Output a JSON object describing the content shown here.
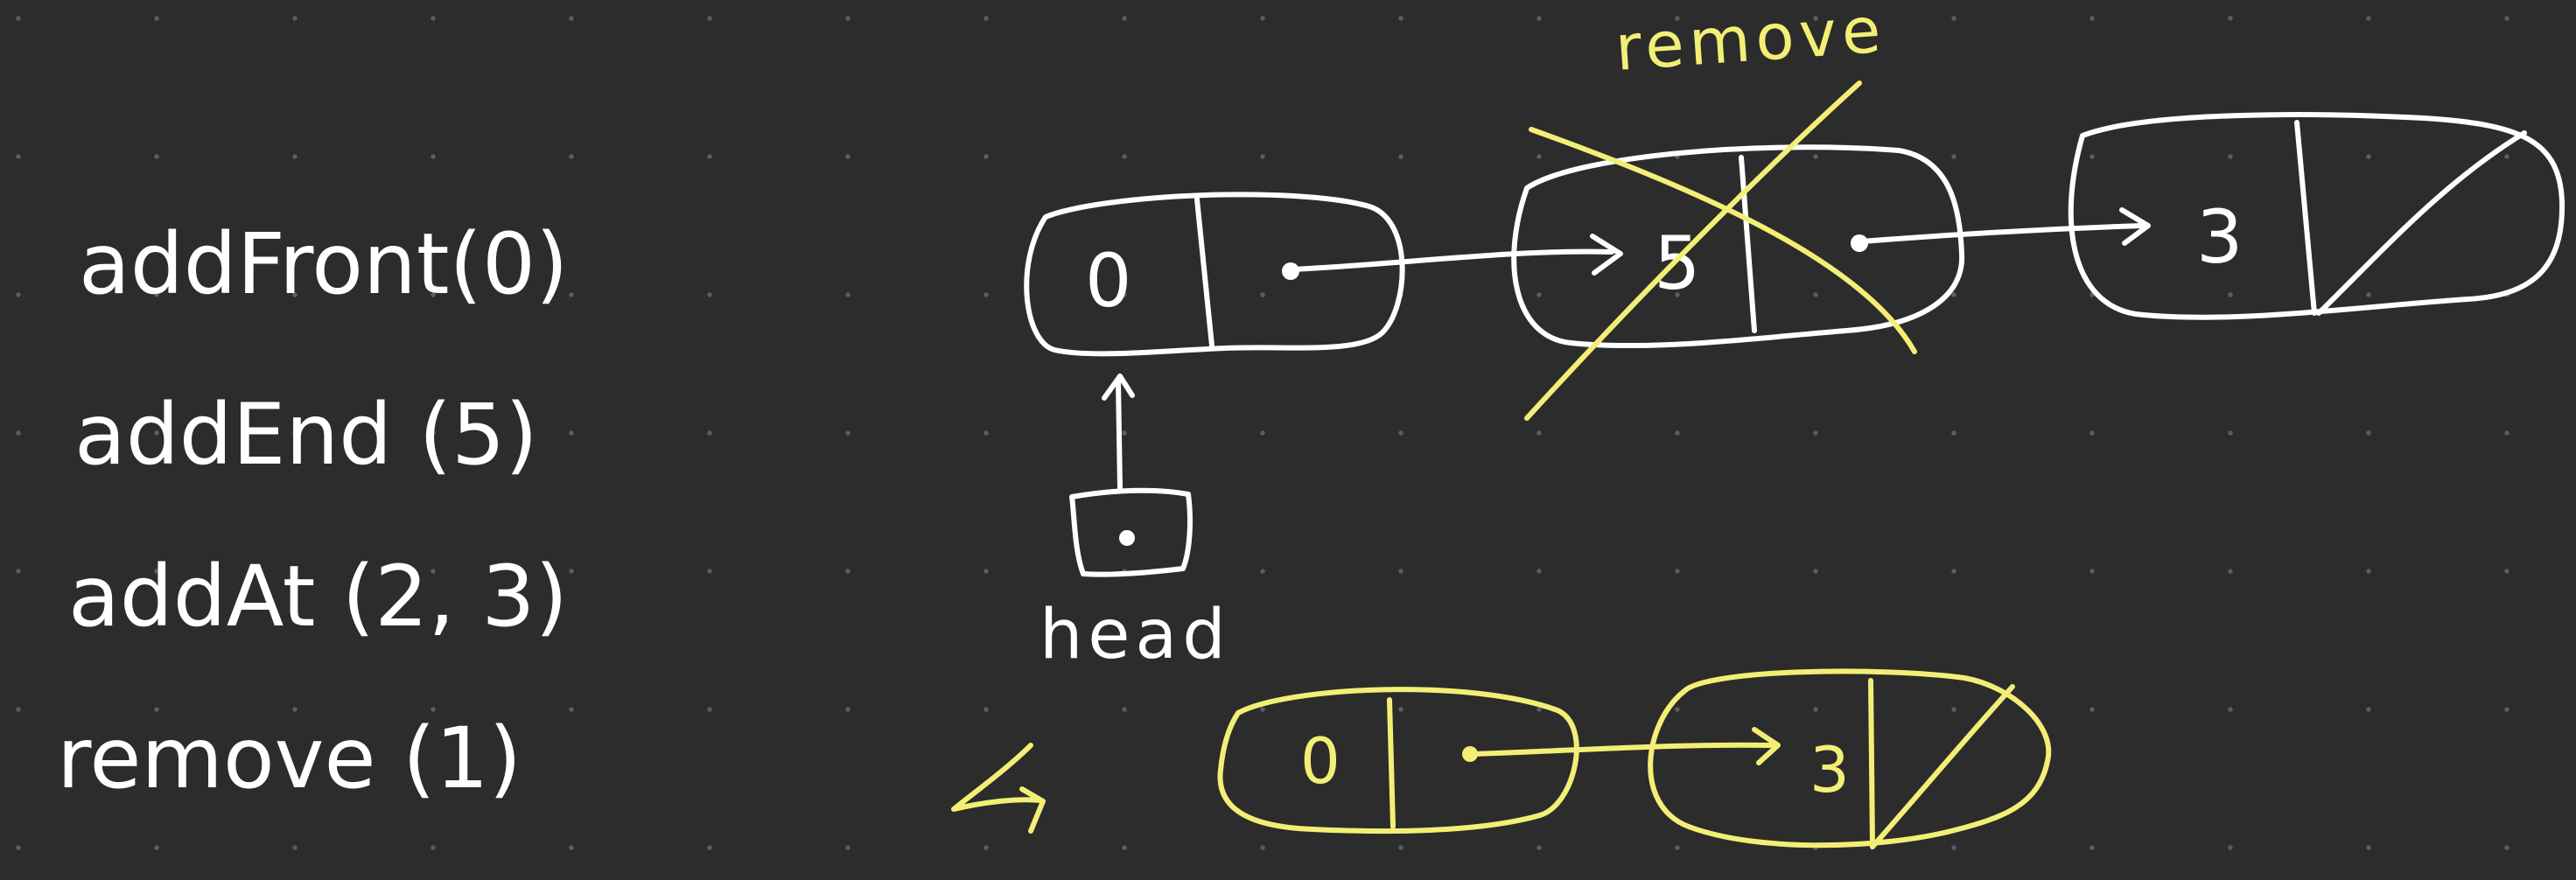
{
  "operations": [
    "addFront(0)",
    "addEnd (5)",
    "addAt (2, 3)",
    "remove (1)"
  ],
  "nodes_before": [
    {
      "value": "0"
    },
    {
      "value": "5"
    },
    {
      "value": "3"
    }
  ],
  "head_label": "head",
  "remove_label": "remove",
  "nodes_after": [
    {
      "value": "0"
    },
    {
      "value": "3"
    }
  ],
  "colors": {
    "background": "#2c2c2c",
    "ink": "#ffffff",
    "highlight": "#f3ef76"
  }
}
